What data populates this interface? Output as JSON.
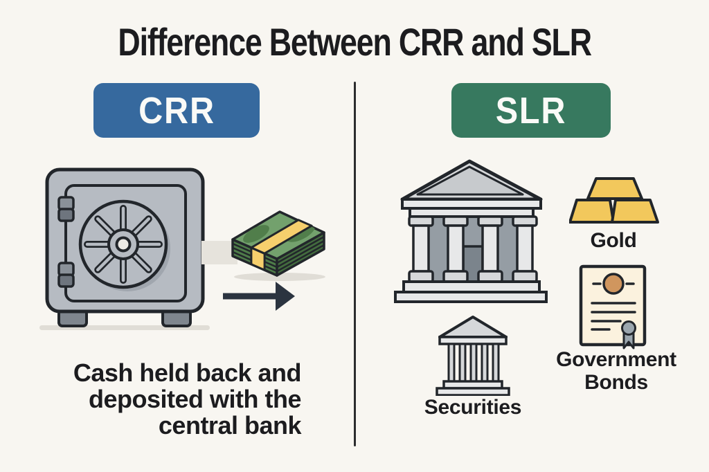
{
  "title": "Difference Between CRR and SLR",
  "colors": {
    "bg": "#f8f6f1",
    "ink": "#1c1c1f",
    "crr-blue": "#36699e",
    "slr-green": "#37795f",
    "badge-text": "#fafaf7",
    "divider": "#2c2c2e",
    "outline": "#22262b",
    "safe-gray": "#b6bbc2",
    "safe-dark": "#7f868e",
    "hinge-top": "#8a9199",
    "hinge-bottom": "#6e757e",
    "dial-shadow": "#a0a6ae",
    "center-dot": "#edebe6",
    "bank-light": "#d6d8da",
    "bank-lighter": "#e7e8e9",
    "bank-inner": "#c7cacd",
    "bank-mid": "#959da4",
    "bank-door": "#7b848c",
    "gold": "#f2c85c",
    "paper": "#fbf2de",
    "seal": "#d0965e",
    "ribbon": "#9ba6ae",
    "money-top": "#73a16d",
    "money-front": "#4e7c49",
    "money-side": "#436c3e",
    "money-blob": "#517e4b",
    "money-band": "#f6cf6d",
    "arrow": "#2b3440",
    "shadow": "#e0ddd6",
    "conveyor": "#e6e3dc"
  },
  "left_column": {
    "badge_label": "CRR",
    "caption": "Cash held back and deposited with the central bank",
    "caption_lines": [
      "Cash held back and",
      "deposited with the",
      "central bank"
    ],
    "icons": [
      "vault-safe-icon",
      "cash-stack-icon",
      "arrow-right-icon"
    ]
  },
  "right_column": {
    "badge_label": "SLR",
    "bank_icon": "bank-building-icon",
    "assets": [
      {
        "icon": "gold-bars-icon",
        "label": "Gold"
      },
      {
        "icon": "bond-certificate-icon",
        "label": "Government Bonds"
      },
      {
        "icon": "securities-bank-icon",
        "label": "Securities"
      }
    ]
  }
}
